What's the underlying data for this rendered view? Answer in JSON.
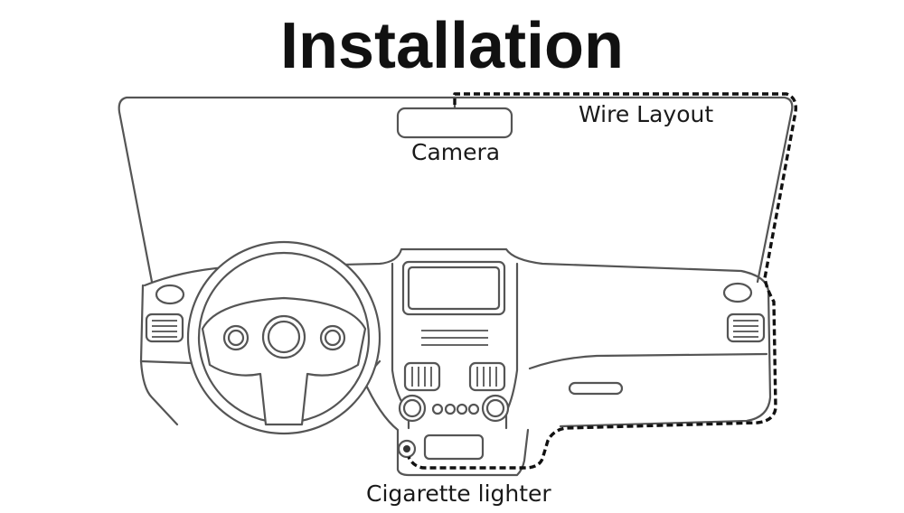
{
  "title": "Installation",
  "labels": {
    "camera": "Camera",
    "wire_layout": "Wire Layout",
    "cigarette_lighter": "Cigarette lighter"
  },
  "colors": {
    "outline": "#555555",
    "wire": "#111111",
    "text": "#1a1a1a",
    "background": "#ffffff"
  }
}
